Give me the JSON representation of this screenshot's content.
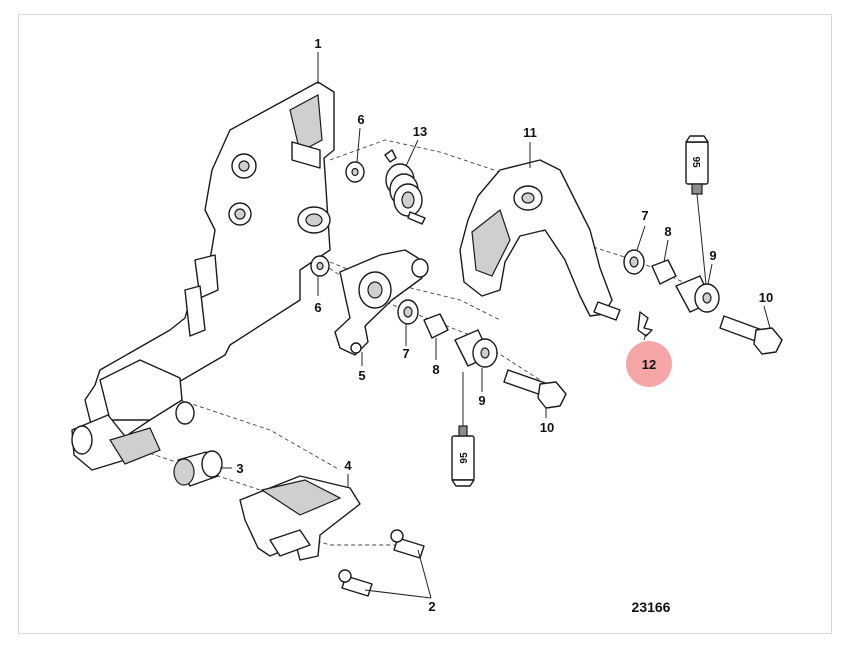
{
  "diagram": {
    "figure_id": "23166",
    "tube_label": "95",
    "highlight_color": "#f7a6a8",
    "callouts": {
      "c1": "1",
      "c2": "2",
      "c3": "3",
      "c4": "4",
      "c5": "5",
      "c6a": "6",
      "c6b": "6",
      "c7a": "7",
      "c7b": "7",
      "c8a": "8",
      "c8b": "8",
      "c9a": "9",
      "c9b": "9",
      "c10a": "10",
      "c10b": "10",
      "c11": "11",
      "c12": "12",
      "c13": "13"
    }
  }
}
